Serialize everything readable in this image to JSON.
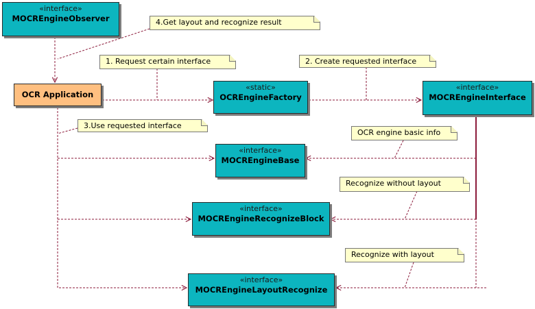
{
  "classes": {
    "observer": {
      "stereotype": "«interface»",
      "name": "MOCREngineObserver"
    },
    "app": {
      "name": "OCR Application"
    },
    "factory": {
      "stereotype": "«static»",
      "name": "OCREngineFactory"
    },
    "iface": {
      "stereotype": "«interface»",
      "name": "MOCREngineInterface"
    },
    "base": {
      "stereotype": "«interface»",
      "name": "MOCREngineBase"
    },
    "block": {
      "stereotype": "«interface»",
      "name": "MOCREngineRecognizeBlock"
    },
    "layout": {
      "stereotype": "«interface»",
      "name": "MOCREngineLayoutRecognize"
    }
  },
  "notes": {
    "get_layout": "4.Get layout and recognize result",
    "request": "1. Request certain interface",
    "create": "2. Create requested interface",
    "use": "3.Use requested interface",
    "basic_info": "OCR engine basic info",
    "without_layout": "Recognize without layout",
    "with_layout": "Recognize with layout"
  },
  "colors": {
    "interface_fill": "#0cb5bf",
    "application_fill": "#ffbf80",
    "note_fill": "#ffffcc",
    "connector": "#8b1a3a"
  }
}
